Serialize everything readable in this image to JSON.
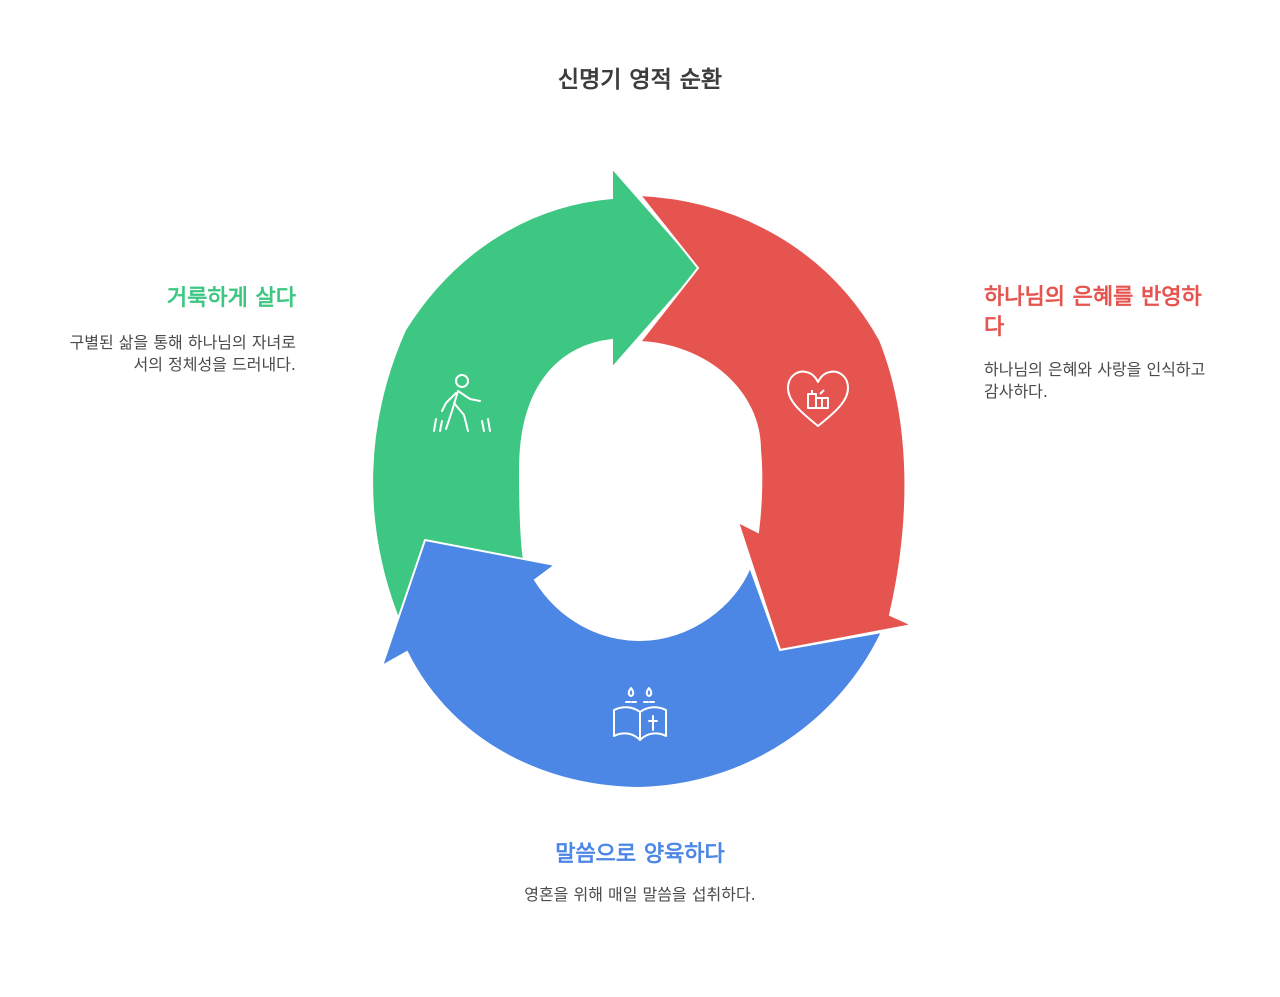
{
  "title": "신명기 영적 순환",
  "colors": {
    "green": "#3ec683",
    "red": "#e5544f",
    "blue": "#4d87e5",
    "text": "#4a4a4a",
    "title": "#3d3d3d"
  },
  "stages": [
    {
      "id": "holy-living",
      "title": "거룩하게 살다",
      "description": "구별된 삶을 통해 하나님의 자녀로서의 정체성을 드러내다.",
      "color": "#3ec683",
      "icon": "walking-person-icon"
    },
    {
      "id": "reflect-grace",
      "title": "하나님의 은혜를 반영하다",
      "description": "하나님의 은혜와 사랑을 인식하고 감사하다.",
      "color": "#e5544f",
      "icon": "heart-gift-icon"
    },
    {
      "id": "nourish-word",
      "title": "말씀으로 양육하다",
      "description": "영혼을 위해 매일 말씀을 섭취하다.",
      "color": "#4d87e5",
      "icon": "open-bible-icon"
    }
  ]
}
